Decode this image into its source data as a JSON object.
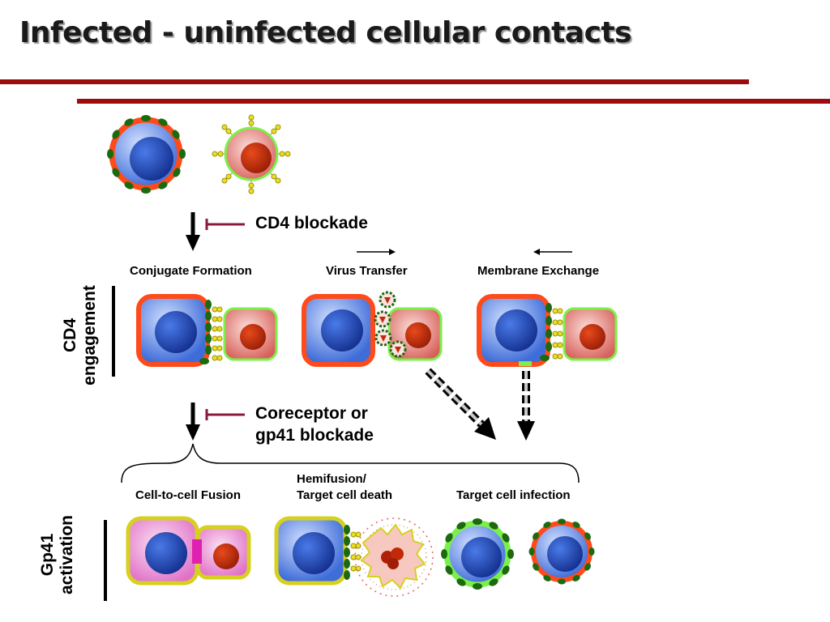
{
  "title": "Infected - uninfected cellular contacts",
  "blockades": {
    "cd4": "CD4 blockade",
    "coreceptor_line1": "Coreceptor or",
    "coreceptor_line2": "gp41 blockade"
  },
  "stage1": {
    "side_label_line1": "CD4",
    "side_label_line2": "engagement",
    "steps": [
      "Conjugate Formation",
      "Virus Transfer",
      "Membrane Exchange"
    ]
  },
  "stage2": {
    "side_label_line1": "Gp41",
    "side_label_line2": "activation",
    "steps": [
      "Cell-to-cell Fusion",
      "Hemifusion/",
      "Target cell death",
      "Target cell infection"
    ]
  },
  "colors": {
    "title_rule": "#9b0d0d",
    "infected_membrane": "#ff4a1a",
    "target_membrane": "#7cf04a",
    "nucleus_blue": "#2a5ad0",
    "target_nucleus": "#c02a08",
    "env_protein": "#1c6a10",
    "cd4_receptor": "#e8e020",
    "fusion_membrane": "#d6d020",
    "blockade_marker": "#8b1a3a"
  }
}
